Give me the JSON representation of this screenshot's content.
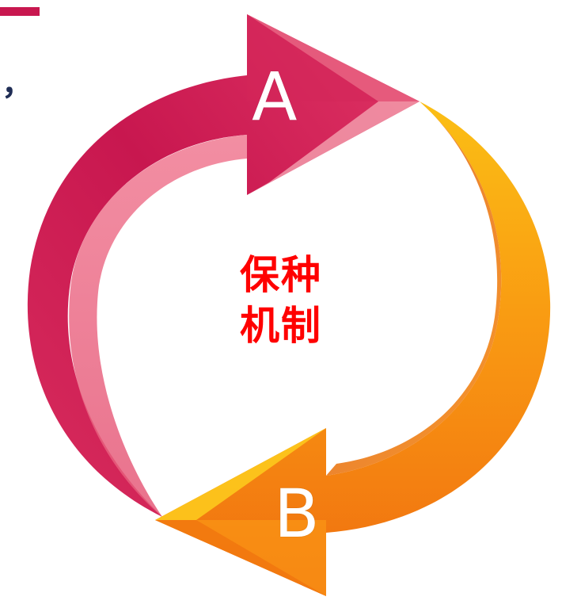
{
  "decor": {
    "comma": "，"
  },
  "cycle": {
    "stage_a": "A",
    "stage_b": "B",
    "center_line1": "保种",
    "center_line2": "机制",
    "colors": {
      "arrow_a": "#cc1c55",
      "arrow_a_light": "#ee8ea0",
      "arrow_b": "#f7820f",
      "arrow_b_light": "#fdc31a",
      "center_text": "#ff0000",
      "accent_bar": "#c8174f"
    }
  }
}
